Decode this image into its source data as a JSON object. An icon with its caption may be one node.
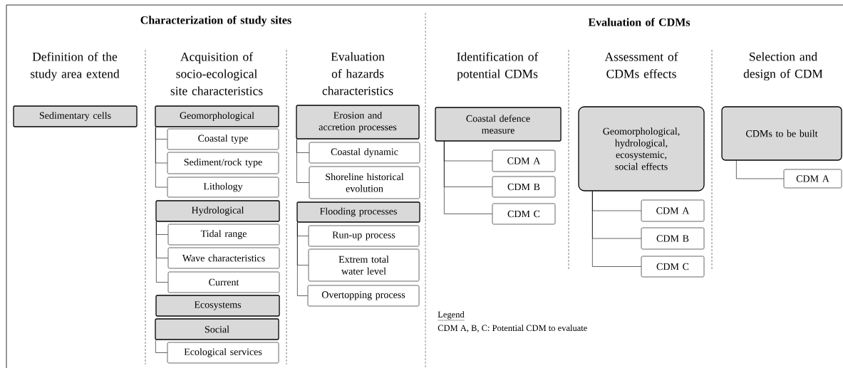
{
  "diagram": {
    "nodes": [
      {
        "text": [
          "Sedimentary cells"
        ]
      },
      {
        "text": [
          "Geomorphological"
        ]
      },
      {
        "text": [
          "Coastal type"
        ]
      },
      {
        "text": [
          "Sediment/rock type"
        ]
      },
      {
        "text": [
          "Lithology"
        ]
      },
      {
        "text": [
          "Hydrological"
        ]
      },
      {
        "text": [
          "Tidal range"
        ]
      },
      {
        "text": [
          "Wave characteristics"
        ]
      },
      {
        "text": [
          "Current"
        ]
      },
      {
        "text": [
          "Ecosystems"
        ]
      },
      {
        "text": [
          "Social"
        ]
      },
      {
        "text": [
          "Ecological services"
        ]
      },
      {
        "text": [
          "Erosion and accretion processes"
        ]
      },
      {
        "text": [
          "Coastal dynamic"
        ]
      },
      {
        "text": [
          "Shoreline historical evolution"
        ]
      },
      {
        "text": [
          "Flooding processes"
        ]
      },
      {
        "text": [
          "Run-up process"
        ]
      },
      {
        "text": [
          "Extrem total water level"
        ]
      },
      {
        "text": [
          "Overtopping process"
        ]
      },
      {
        "text": [
          "Coastal defence measure"
        ]
      },
      {
        "text": [
          "CDM A"
        ]
      },
      {
        "text": [
          "CDM B"
        ]
      },
      {
        "text": [
          "CDM C"
        ]
      },
      {
        "text": [
          "Geomorphological, hydrological, ecosystemic, social effects"
        ]
      },
      {
        "text": [
          "CDM A"
        ]
      },
      {
        "text": [
          "CDM B"
        ]
      },
      {
        "text": [
          "CDM C"
        ]
      },
      {
        "text": [
          "CDMs to be built"
        ]
      },
      {
        "text": [
          "CDM A"
        ]
      }
    ],
    "edges": [
      {
        "from": 1,
        "to": 2,
        "arrow": "none"
      },
      {
        "from": 1,
        "to": 3,
        "arrow": "none"
      },
      {
        "from": 1,
        "to": 4,
        "arrow": "none"
      },
      {
        "from": 5,
        "to": 6,
        "arrow": "none"
      },
      {
        "from": 5,
        "to": 7,
        "arrow": "none"
      },
      {
        "from": 5,
        "to": 8,
        "arrow": "none"
      },
      {
        "from": 10,
        "to": 11,
        "arrow": "none"
      },
      {
        "from": 12,
        "to": 13,
        "arrow": "none"
      },
      {
        "from": 12,
        "to": 14,
        "arrow": "none"
      },
      {
        "from": 15,
        "to": 16,
        "arrow": "none"
      },
      {
        "from": 15,
        "to": 17,
        "arrow": "none"
      },
      {
        "from": 15,
        "to": 18,
        "arrow": "none"
      },
      {
        "from": 19,
        "to": 20,
        "arrow": "none"
      },
      {
        "from": 19,
        "to": 21,
        "arrow": "none"
      },
      {
        "from": 19,
        "to": 22,
        "arrow": "none"
      },
      {
        "from": 23,
        "to": 24,
        "arrow": "none"
      },
      {
        "from": 23,
        "to": 25,
        "arrow": "none"
      },
      {
        "from": 23,
        "to": 26,
        "arrow": "none"
      },
      {
        "from": 27,
        "to": 28,
        "arrow": "none"
      }
    ],
    "labels": [
      "Characterization of study sites",
      "Evaluation of CDMs",
      "Definition of the study area extend",
      "Acquisition of socio-ecological site characteristics",
      "Evaluation of hazards characteristics",
      "Identification of potential CDMs",
      "Assessment of CDMs effects",
      "Selection and design of CDM",
      "Legend",
      "CDM A, B, C: Potential CDM to evaluate"
    ]
  }
}
